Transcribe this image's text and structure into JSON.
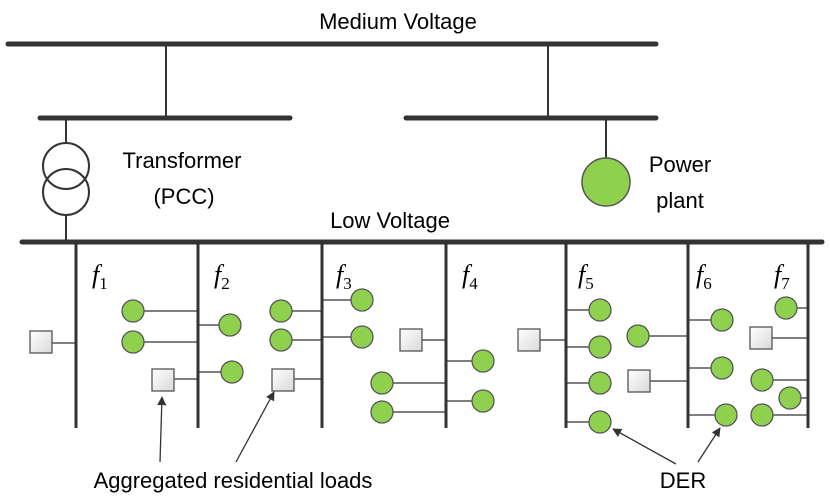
{
  "labels": {
    "medium_voltage": "Medium Voltage",
    "low_voltage": "Low Voltage",
    "transformer": "Transformer",
    "pcc": "(PCC)",
    "power": "Power",
    "plant": "plant",
    "aggregated_loads": "Aggregated residential loads",
    "der": "DER"
  },
  "feeders": [
    {
      "f": "f",
      "n": "1"
    },
    {
      "f": "f",
      "n": "2"
    },
    {
      "f": "f",
      "n": "3"
    },
    {
      "f": "f",
      "n": "4"
    },
    {
      "f": "f",
      "n": "5"
    },
    {
      "f": "f",
      "n": "6"
    },
    {
      "f": "f",
      "n": "7"
    }
  ],
  "colors": {
    "der_fill": "#8fd14f",
    "load_fill": "#f2f2f2",
    "line": "#333333"
  }
}
